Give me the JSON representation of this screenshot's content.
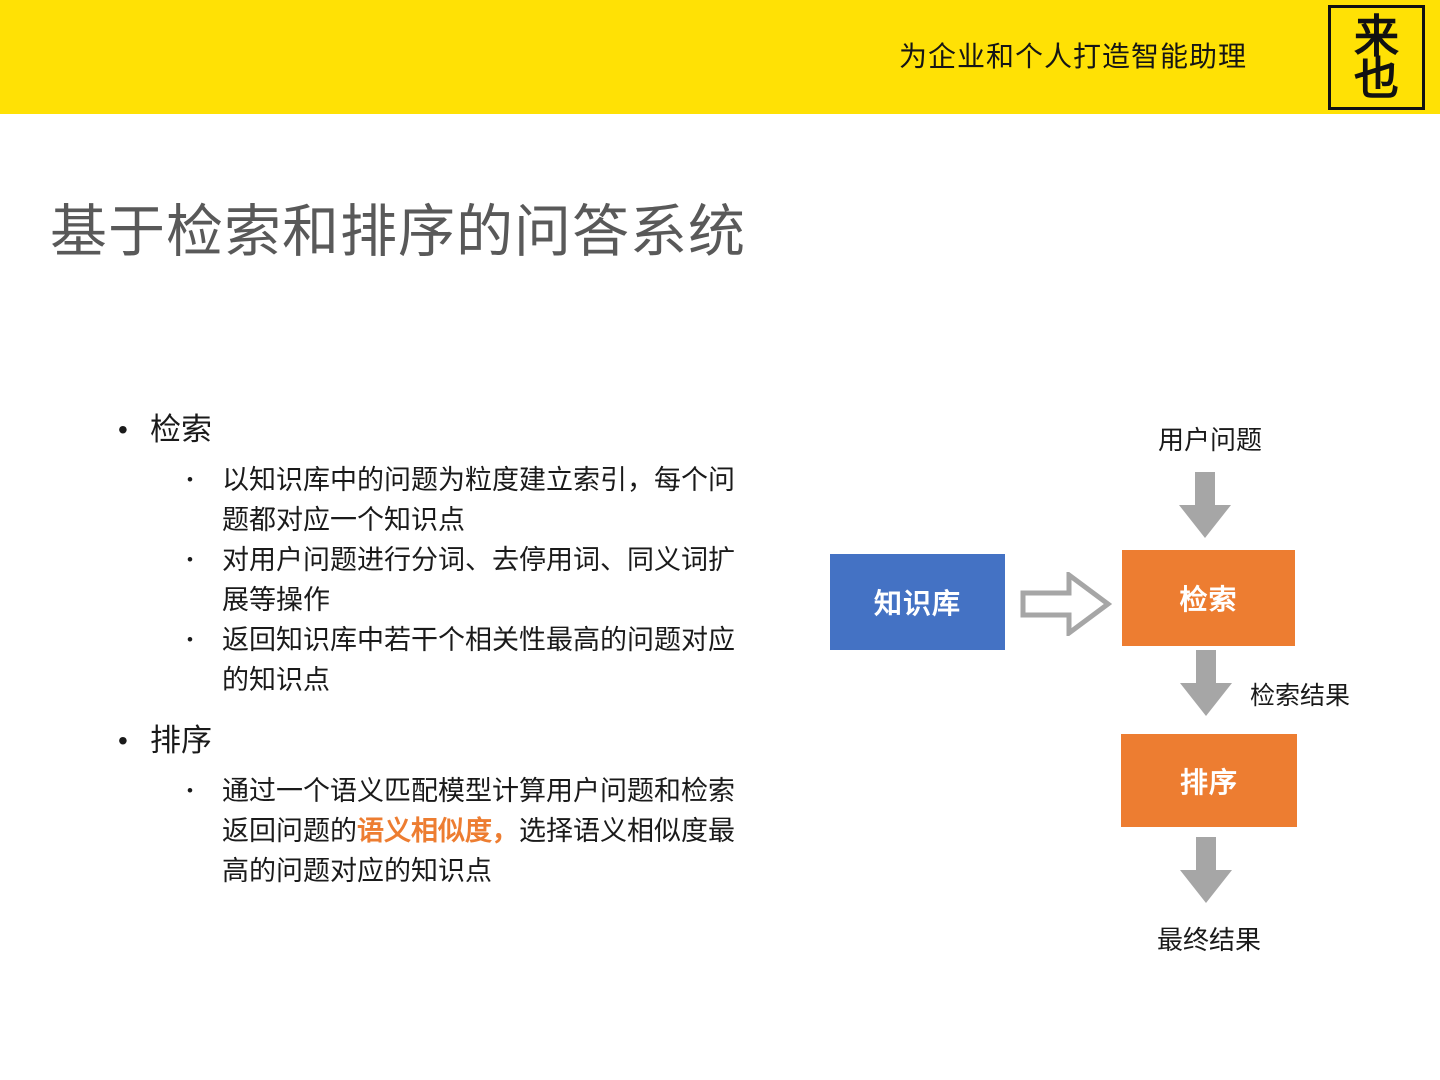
{
  "header": {
    "tagline": "为企业和个人打造智能助理",
    "logo_char_top": "来",
    "logo_char_bottom": "也"
  },
  "title": "基于检索和排序的问答系统",
  "bullets": {
    "section1": {
      "heading": "检索",
      "items": [
        "以知识库中的问题为粒度建立索引，每个问题都对应一个知识点",
        "对用户问题进行分词、去停用词、同义词扩展等操作",
        "返回知识库中若干个相关性最高的问题对应的知识点"
      ]
    },
    "section2": {
      "heading": "排序",
      "item_prefix": "通过一个语义匹配模型计算用户问题和检索返回问题的",
      "item_highlight": "语义相似度，",
      "item_suffix": "选择语义相似度最高的问题对应的知识点"
    }
  },
  "diagram": {
    "label_user_question": "用户问题",
    "box_knowledge_base": "知识库",
    "box_retrieval": "检索",
    "label_retrieval_result": "检索结果",
    "box_ranking": "排序",
    "label_final_result": "最终结果"
  },
  "colors": {
    "header_yellow": "#ffe105",
    "title_gray": "#595959",
    "box_blue": "#4472c4",
    "box_orange": "#ed7d31",
    "highlight_orange": "#ed7d31",
    "arrow_gray": "#a6a6a6"
  }
}
